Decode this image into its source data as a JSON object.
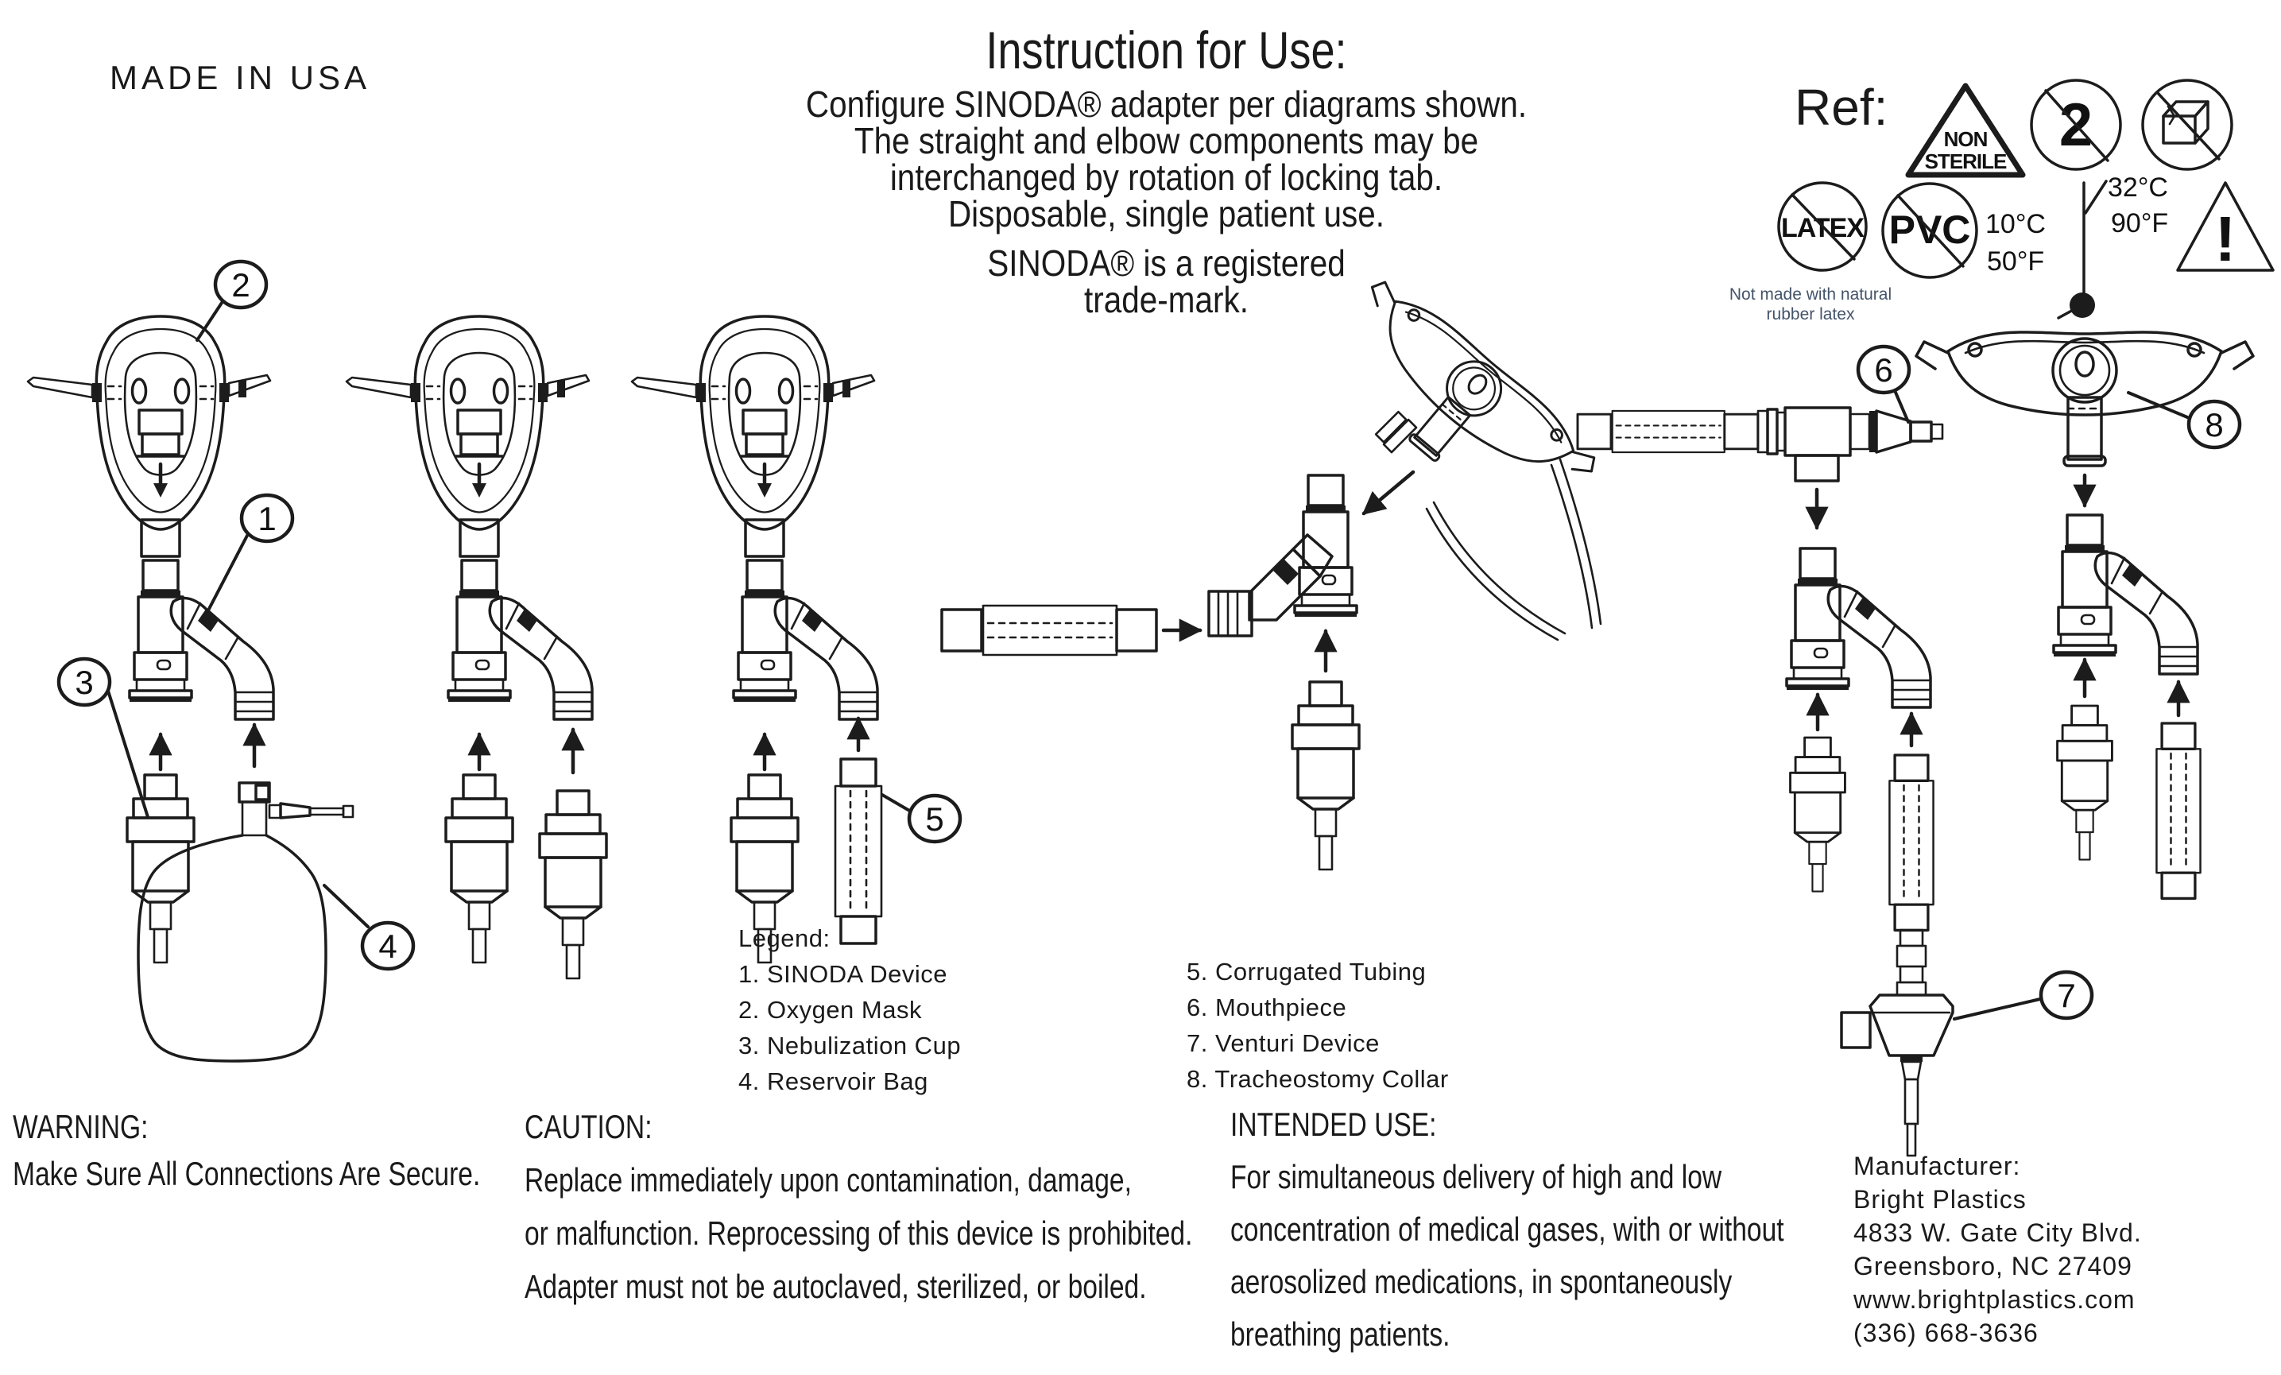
{
  "header": {
    "made_in": "MADE IN USA",
    "title": "Instruction for Use:",
    "instructions": [
      "Configure SINODA® adapter per diagrams shown.",
      "The straight and elbow components may be",
      "interchanged by rotation of locking tab.",
      "Disposable, single patient use."
    ],
    "trademark_lines": [
      "SINODA® is a registered",
      "trade-mark."
    ]
  },
  "symbols": {
    "ref_label": "Ref:",
    "non_sterile_line1": "NON",
    "non_sterile_line2": "STERILE",
    "do_not_reuse": "2",
    "latex": "LATEX",
    "pvc": "PVC",
    "temp_low_c": "10°C",
    "temp_low_f": "50°F",
    "temp_high_c": "32°C",
    "temp_high_f": "90°F",
    "warning_mark": "!",
    "latex_note_line1": "Not made with natural",
    "latex_note_line2": "rubber latex"
  },
  "diagram": {
    "callouts": [
      "1",
      "2",
      "3",
      "4",
      "5",
      "6",
      "7",
      "8"
    ]
  },
  "legend": {
    "title": "Legend:",
    "left": [
      "1. SINODA Device",
      "2. Oxygen Mask",
      "3. Nebulization Cup",
      "4. Reservoir Bag"
    ],
    "right": [
      "5. Corrugated Tubing",
      "6. Mouthpiece",
      "7. Venturi Device",
      "8. Tracheostomy Collar"
    ]
  },
  "footer": {
    "warning": {
      "title": "WARNING:",
      "line1": "Make Sure All Connections Are Secure."
    },
    "caution": {
      "title": "CAUTION:",
      "line1": "Replace immediately upon contamination, damage,",
      "line2": "or malfunction. Reprocessing of this device is prohibited.",
      "line3": "Adapter must not be autoclaved, sterilized, or boiled."
    },
    "intended_use": {
      "title": "INTENDED USE:",
      "line1": "For simultaneous delivery of high and low",
      "line2": "concentration of medical gases, with or without",
      "line3": "aerosolized medications, in spontaneously",
      "line4": "breathing patients."
    },
    "manufacturer": {
      "title": "Manufacturer:",
      "line1": "Bright Plastics",
      "line2": "4833 W. Gate City Blvd.",
      "line3": "Greensboro, NC 27409",
      "line4": "www.brightplastics.com",
      "line5": "(336) 668-3636"
    }
  }
}
